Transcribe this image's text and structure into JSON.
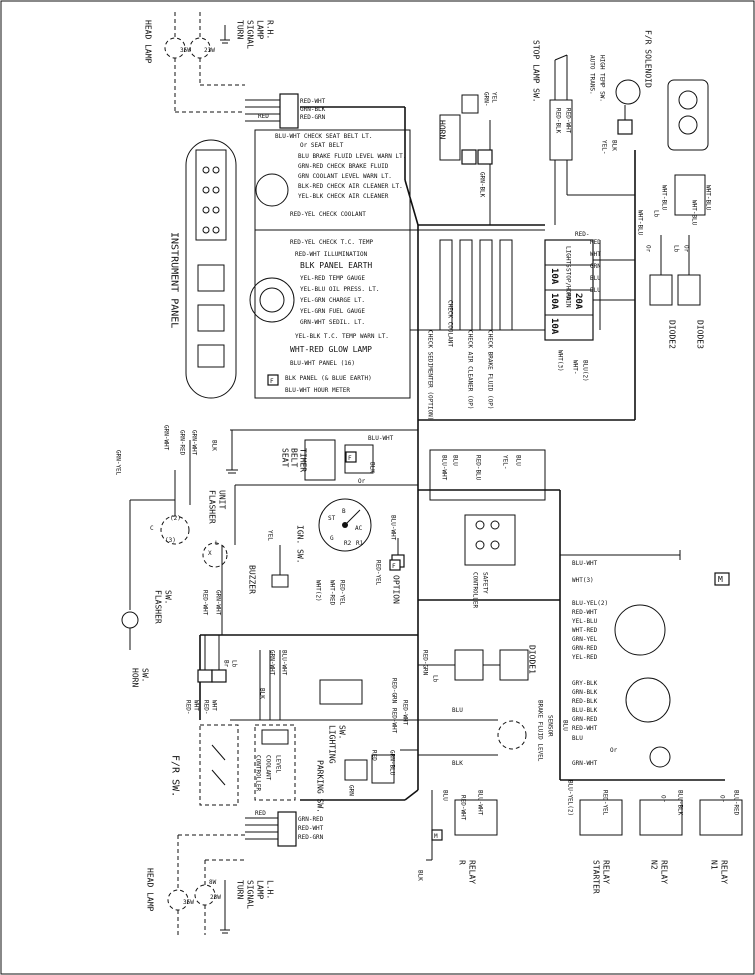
{
  "diagram": {
    "components": {
      "head_lamp_rh": "HEAD LAMP",
      "turn_signal_rh": [
        "TURN",
        "SIGNAL",
        "LAMP",
        "R.H."
      ],
      "head_lamp_lh": "HEAD LAMP",
      "turn_signal_lh": [
        "TURN",
        "SIGNAL",
        "LAMP",
        "L.H."
      ],
      "lamp_ratings": [
        "35W",
        "23W",
        "8W"
      ],
      "instrument_panel": "INSTRUMENT PANEL",
      "horn": "HORN",
      "horn_sw": [
        "HORN",
        "SW."
      ],
      "flasher_sw": [
        "FLASHER",
        "SW."
      ],
      "flasher_unit": [
        "FLASHER",
        "UNIT"
      ],
      "buzzer": "BUZZER",
      "ign_sw": "IGN. SW.",
      "seat_belt_timer": [
        "SEAT",
        "BELT",
        "TIMER"
      ],
      "option": "OPTION",
      "fr_sw": "F/R SW.",
      "controller_coolant_level": [
        "CONTROLLER",
        "COOLANT",
        "LEVEL"
      ],
      "lighting_sw": [
        "LIGHTING",
        "SW."
      ],
      "parking_sw": "PARKING SW.",
      "stop_lamp_sw": "STOP LAMP SW.",
      "auto_trans": [
        "AUTO TRANS.",
        "HIGH TEMP SW."
      ],
      "fr_solenoid": "F/R SOLENOID",
      "diode1": "DIODE1",
      "diode2": "DIODE2",
      "diode3": "DIODE3",
      "controller_safety": [
        "CONTROLLER",
        "SAFETY"
      ],
      "brake_fluid_level": [
        "BRAKE FLUID LEVEL",
        "SENSOR"
      ],
      "r_relay": [
        "R",
        "RELAY"
      ],
      "starter_relay": [
        "STARTER",
        "RELAY"
      ],
      "n2_relay": [
        "N2",
        "RELAY"
      ],
      "n1_relay": [
        "N1",
        "RELAY"
      ]
    },
    "panel_lines": [
      "BLU-WHT CHECK SEAT BELT LT.",
      "Or SEAT BELT",
      "BLU BRAKE FLUID LEVEL WARN LT.",
      "GRN-RED CHECK BRAKE FLUID",
      "GRN COOLANT LEVEL WARN LT.",
      "BLK-RED CHECK AIR CLEANER LT.",
      "YEL-BLK CHECK AIR CLEANER",
      "RED-YEL CHECK COOLANT",
      "RED-YEL CHECK T.C. TEMP",
      "RED-WHT ILLUMINATION",
      "BLK PANEL EARTH",
      "YEL-RED TEMP GAUGE",
      "YEL-BLU OIL PRESS. LT.",
      "YEL-GRN CHARGE LT.",
      "YEL-GRN FUEL GAUGE",
      "GRN-WHT SEDIL. LT.",
      "YEL-BLK T.C. TEMP WARN LT.",
      "WHT-RED GLOW LAMP",
      "BLU-WHT PANEL (16)",
      "BLK PANEL (& BLUE EARTH)",
      "BLU-WHT HOUR METER"
    ],
    "checks": [
      "CHECK SEDIMENTER (OPTION)",
      "CHECK COOLANT",
      "CHECK AIR CLEANER (OP)",
      "CHECK BRAKE FLUID (OP)"
    ],
    "fuses": [
      "LIGHTS",
      "10A",
      "STOP/HORN",
      "10A",
      "MAIN",
      "20A",
      "10A"
    ],
    "fuse_wires": [
      "RED-",
      "RED",
      "WHT",
      "GRN",
      "BLU",
      "BLU"
    ],
    "fuse_leads": [
      "WHT(3)",
      "WHT-",
      "BLU(2)"
    ],
    "wires": {
      "top_harness": [
        "RED-WHT",
        "GRN-BLK",
        "RED-GRN",
        "RED"
      ],
      "bottom_harness": [
        "GRN-RED",
        "RED-WHT",
        "RED-GRN",
        "RED"
      ],
      "horn_pair": [
        "GRN-",
        "YEL"
      ],
      "horn_f": "GRN-BLK",
      "stop_lamp": [
        "RED-BLK",
        "RED-WHT"
      ],
      "auto_trans": [
        "YEL-",
        "BLK"
      ],
      "solenoid": [
        "WHT-BLU",
        "WHT-BLU"
      ],
      "diode2": [
        "Or",
        "Lb",
        "WHT-BLU"
      ],
      "diode3": [
        "Lb",
        "Or",
        "WHT-BLU"
      ],
      "flasher": [
        "GRN-YEL",
        "GRN-WHT",
        "GRN-RED",
        "GRN-WHT"
      ],
      "flasher_terms": [
        "C",
        "L",
        "X",
        "(3)",
        "(2)"
      ],
      "blk": "BLK",
      "seat_belt": [
        "BLU-WHT",
        "BLK",
        "Or"
      ],
      "ign": [
        "YEL",
        "BLU-WHT",
        "B",
        "ST",
        "AC",
        "G",
        "R2",
        "R1"
      ],
      "buzzer_leads": [
        "WHT(2)",
        "WHT-RED",
        "RED-YEL"
      ],
      "option": "RED-YEL",
      "flasher_lower": [
        "RED-WHT",
        "GRN-WHT",
        "Br",
        "Lb"
      ],
      "lighting": [
        "BLK",
        "GRN-WHT",
        "BLU-WHT",
        "RED-GRN",
        "RED-WHT"
      ],
      "fr": [
        "RED-",
        "WHT",
        "RED-",
        "WHT"
      ],
      "parking": [
        "GRN",
        "RED",
        "GRN-BLU"
      ],
      "controller": [
        "BLU-WHT",
        "BLU",
        "RED-BLU",
        "YEL-",
        "BLU"
      ],
      "right_bundle": [
        "BLU-WHT",
        "WHT(3)",
        "BLU-YEL(2)",
        "RED-WHT",
        "YEL-BLU",
        "WHT-RED",
        "GRN-YEL",
        "GRN-RED",
        "YEL-RED",
        "GRY-BLK",
        "GRN-BLK",
        "RED-BLK",
        "BLU-BLK",
        "GRN-RED",
        "RED-WHT",
        "BLU",
        "Or",
        "GRN-WHT",
        "M"
      ],
      "diode1": [
        "RED-GRN",
        "Lb",
        "RED-WHT",
        "BLU"
      ],
      "brake": [
        "BLU",
        "BLK"
      ],
      "relays": [
        "BLU",
        "RED-WHT",
        "BLU-WHT",
        "BLU-YEL(2)",
        "RED-YEL",
        "Or",
        "BLU-BLK",
        "Or",
        "BLU-RED"
      ],
      "ground": "BLK"
    },
    "term_f": "F",
    "term_m": "M"
  }
}
